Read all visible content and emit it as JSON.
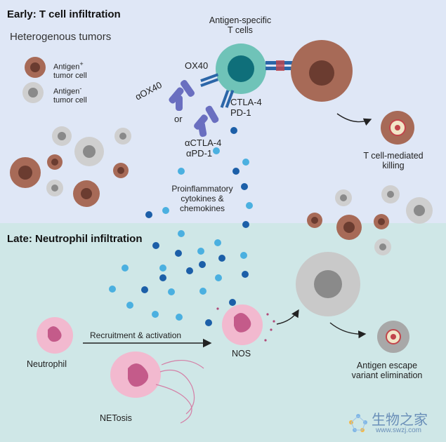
{
  "early": {
    "heading": "Early: T cell infiltration",
    "subheading": "Heterogenous tumors",
    "legend_pos": "Antigen",
    "legend_pos_sup": "+",
    "legend_pos_rest": "tumor cell",
    "legend_neg": "Antigen",
    "legend_neg_sup": "-",
    "legend_neg_rest": "tumor cell",
    "tcell_label_1": "Antigen-specific",
    "tcell_label_2": "T cells",
    "ox40": "OX40",
    "aox40": "αOX40",
    "or": "or",
    "ctla4": "CTLA-4",
    "pd1": "PD-1",
    "actla4": "αCTLA-4",
    "apd1": "αPD-1",
    "cytokines_1": "Proinflammatory",
    "cytokines_2": "cytokines &",
    "cytokines_3": "chemokines",
    "killing_1": "T cell-mediated",
    "killing_2": "killing"
  },
  "late": {
    "heading": "Late: Neutrophil infiltration",
    "neutrophil": "Neutrophil",
    "recruitment": "Recruitment & activation",
    "nos": "NOS",
    "netosis": "NETosis",
    "escape_1": "Antigen escape",
    "escape_2": "variant elimination"
  },
  "watermark": {
    "cn": "生物之家",
    "url": "www.swzj.com"
  },
  "colors": {
    "top_bg": "#dfe7f6",
    "bottom_bg": "#cfe7e7",
    "antigen_pos": "#a76a57",
    "antigen_neg": "#c9c9c9",
    "tcell_body": "#6fc3b8",
    "tcell_nucleus": "#0f6f7a",
    "antibody": "#6a6fc0",
    "neutrophil": "#f2b9cf",
    "cytokine_dark": "#1c5fa8",
    "cytokine_light": "#4bb0e0"
  }
}
